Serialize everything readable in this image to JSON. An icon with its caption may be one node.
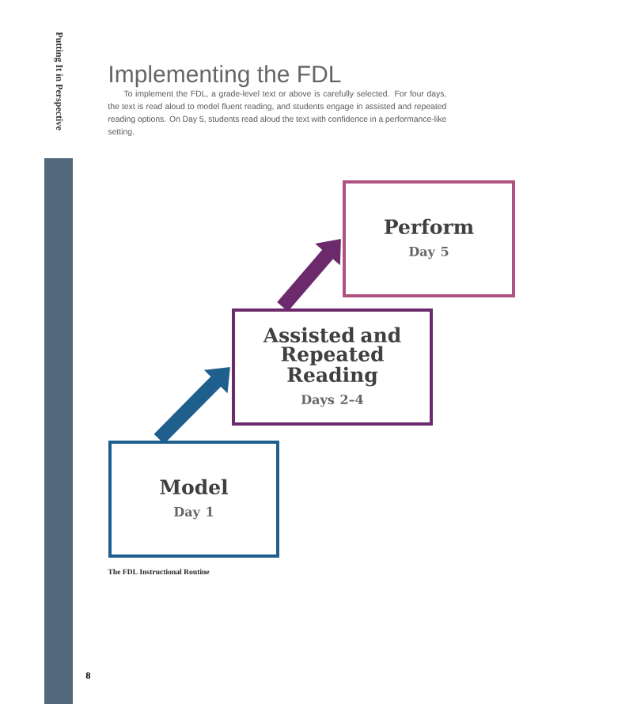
{
  "diagram": {
    "title": "Implementing the FDL",
    "caption": "The FDL Instructional Routine",
    "nodes": [
      {
        "text": [
          "Model",
          "Day 1"
        ]
      },
      {
        "text": [
          "Assisted and Repeated Reading",
          "Days 2–4"
        ]
      },
      {
        "text": [
          "Perform",
          "Day 5"
        ]
      }
    ],
    "edges": [
      {
        "from": 0,
        "to": 1,
        "arrow": "to",
        "color": "#1f5f8e"
      },
      {
        "from": 1,
        "to": 2,
        "arrow": "to",
        "color": "#6c2a6c"
      }
    ],
    "labels": [
      "Putting It in Perspective",
      "To implement the FDL, a grade-level text or above is carefully selected. For four days, the text is read aloud to model fluent reading, and students engage in assisted and repeated reading options. On Day 5, students read aloud the text with confidence in a performance-like setting.",
      "8"
    ]
  }
}
